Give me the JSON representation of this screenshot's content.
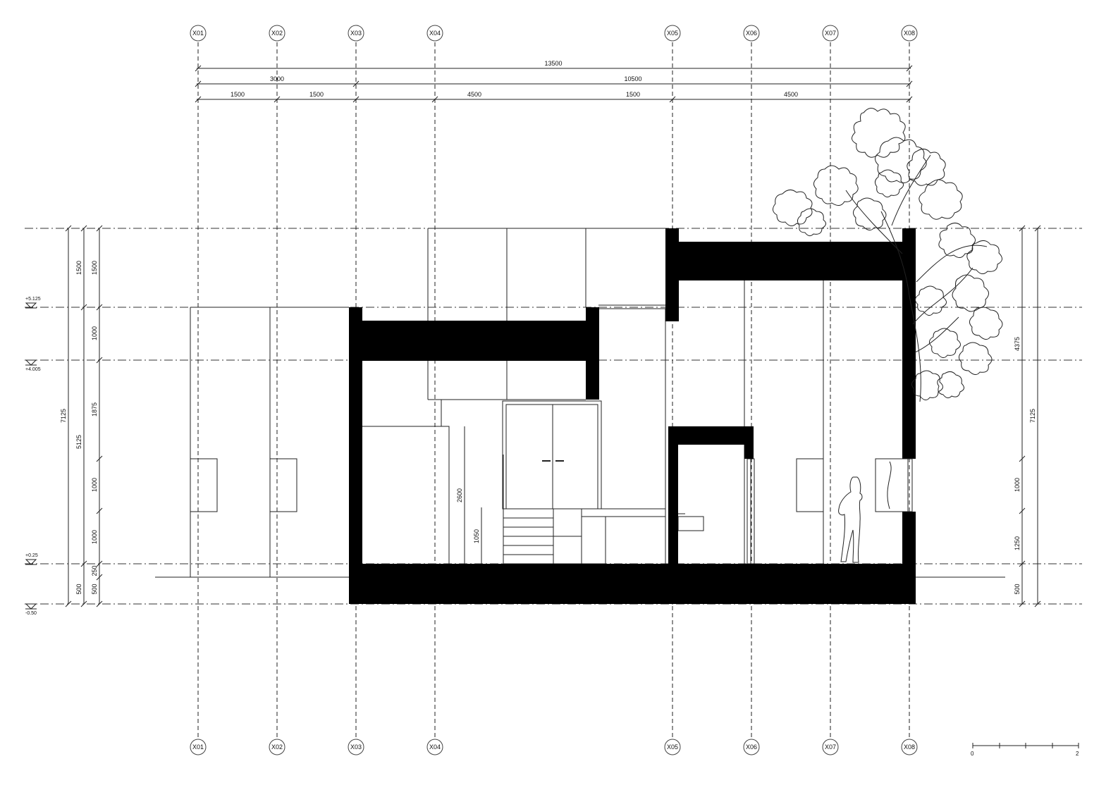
{
  "grid_axes": [
    "X01",
    "X02",
    "X03",
    "X04",
    "X05",
    "X06",
    "X07",
    "X08"
  ],
  "top_dimensions": {
    "overall": "13500",
    "group_left": "3000",
    "group_right": "10500",
    "segments": [
      "1500",
      "1500",
      "4500",
      "1500",
      "4500"
    ]
  },
  "level_markers": [
    "+5.125",
    "+4.005",
    "+0.25",
    "-0.50"
  ],
  "left_dimensions": {
    "outer_total": "7125",
    "middle_total": "5125",
    "middle_parts": [
      "1500",
      "500"
    ],
    "inner_parts": [
      "1500",
      "1000",
      "1875",
      "1000",
      "1000",
      "250",
      "500"
    ]
  },
  "right_dimensions": {
    "outer_total": "7125",
    "inner_parts": [
      "4375",
      "1000",
      "1250",
      "500"
    ]
  },
  "interior_dimensions": [
    "2600",
    "1050"
  ],
  "scale_bar": {
    "start_label": "0",
    "end_label": "2"
  }
}
